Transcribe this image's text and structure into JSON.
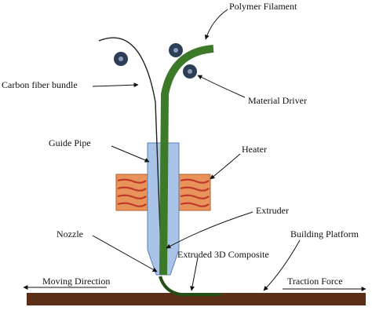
{
  "labels": {
    "polymer_filament": "Polymer Filament",
    "carbon_fiber_bundle": "Carbon fiber bundle",
    "material_driver": "Material Driver",
    "guide_pipe": "Guide Pipe",
    "heater": "Heater",
    "extruder": "Extruder",
    "nozzle": "Nozzle",
    "building_platform": "Building Platform",
    "extruded_composite": "Extruded 3D Composite",
    "moving_direction": "Moving Direction",
    "traction_force": "Traction Force"
  },
  "colors": {
    "filament": "#3c7a2a",
    "filament_edge": "#234f16",
    "guide_pipe": "#a9c4e6",
    "guide_pipe_edge": "#5b7fb5",
    "heater": "#e8935a",
    "heater_stripe": "#c0392b",
    "platform": "#5b2e16",
    "roller": "#2d3e57",
    "roller_core": "#8a9cb8"
  }
}
